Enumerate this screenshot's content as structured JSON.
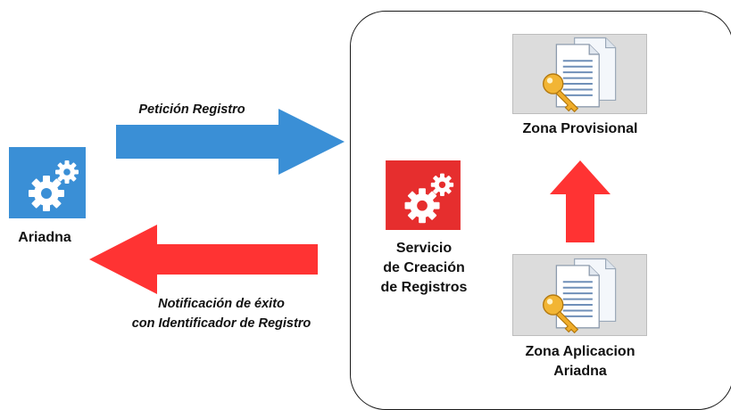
{
  "left_node": {
    "label": "Ariadna",
    "icon": "gears-icon",
    "color": "#3a8fd6"
  },
  "request_arrow": {
    "label": "Petición Registro",
    "color": "#3a8fd6"
  },
  "response_arrow": {
    "label_line1": "Notificación de éxito",
    "label_line2": "con Identificador de Registro",
    "color": "#ff3333"
  },
  "service": {
    "label_line1": "Servicio",
    "label_line2": "de Creación",
    "label_line3": "de Registros",
    "icon": "gears-icon",
    "color": "#e62e2e"
  },
  "zone_top": {
    "label": "Zona Provisional",
    "icon": "documents-key-icon"
  },
  "zone_bottom": {
    "label_line1": "Zona Aplicacion",
    "label_line2": "Ariadna",
    "icon": "documents-key-icon"
  },
  "up_arrow": {
    "color": "#ff3333"
  }
}
